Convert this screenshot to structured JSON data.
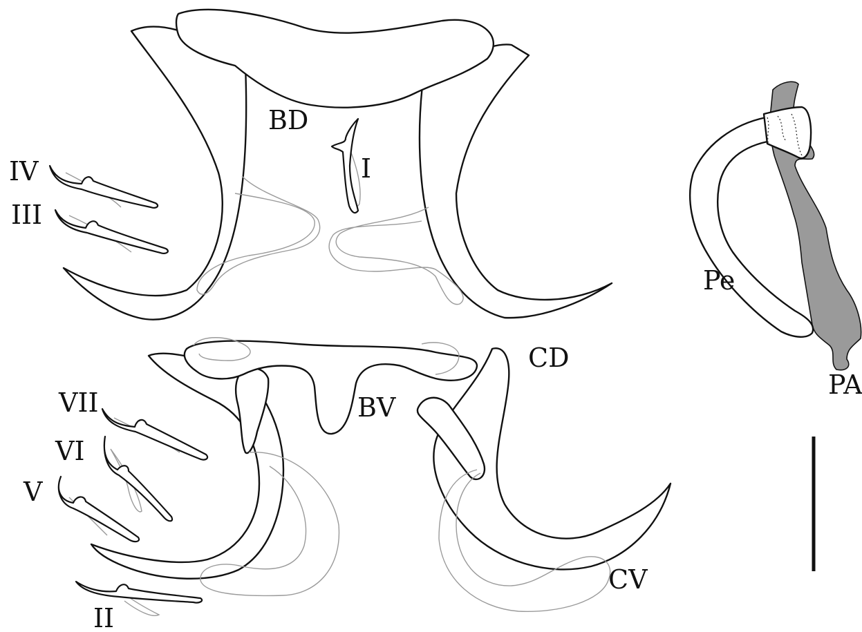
{
  "labels": {
    "BD": "BD",
    "BV": "BV",
    "CD": "CD",
    "CV": "CV",
    "Pe": "Pe",
    "PA": "PA",
    "hook_I": "I",
    "hook_II": "II",
    "hook_III": "III",
    "hook_IV": "IV",
    "hook_V": "V",
    "hook_VI": "VI",
    "hook_VII": "VII"
  },
  "colors": {
    "outline": "#111111",
    "filament": "#9a9a9a",
    "accessory_piece_fill": "#9a9a9a",
    "background": "#ffffff"
  }
}
